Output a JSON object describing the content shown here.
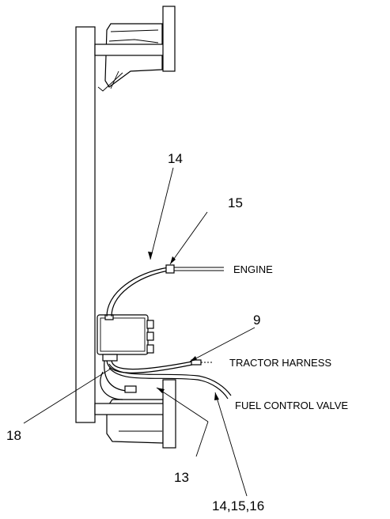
{
  "callouts": {
    "c14": "14",
    "c15": "15",
    "c9": "9",
    "c18": "18",
    "c13": "13",
    "c141516": "14,15,16"
  },
  "labels": {
    "engine": "ENGINE",
    "tractor_harness": "TRACTOR HARNESS",
    "fuel_control_valve": "FUEL CONTROL VALVE"
  }
}
